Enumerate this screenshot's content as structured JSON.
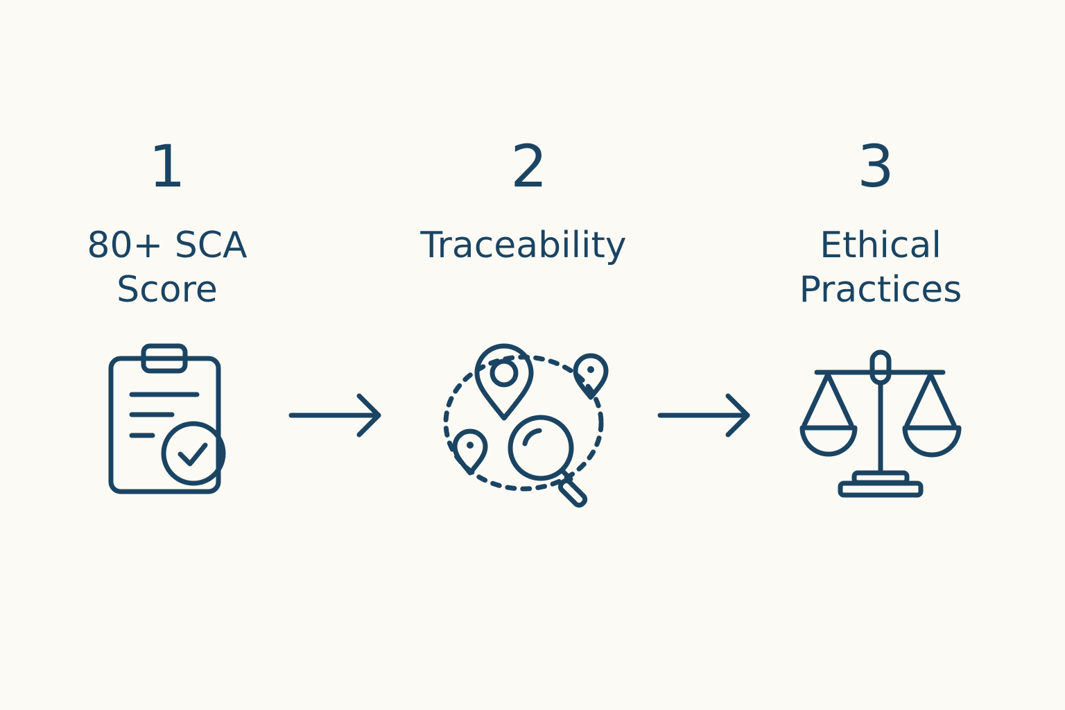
{
  "colors": {
    "background": "#fcfaf5",
    "accent": "#1a4462"
  },
  "steps": [
    {
      "number": "1",
      "title": "80+ SCA Score",
      "icon": "clipboard-check-icon"
    },
    {
      "number": "2",
      "title": "Traceability",
      "icon": "map-pins-search-icon"
    },
    {
      "number": "3",
      "title": "Ethical Practices",
      "icon": "balance-scale-icon"
    }
  ]
}
